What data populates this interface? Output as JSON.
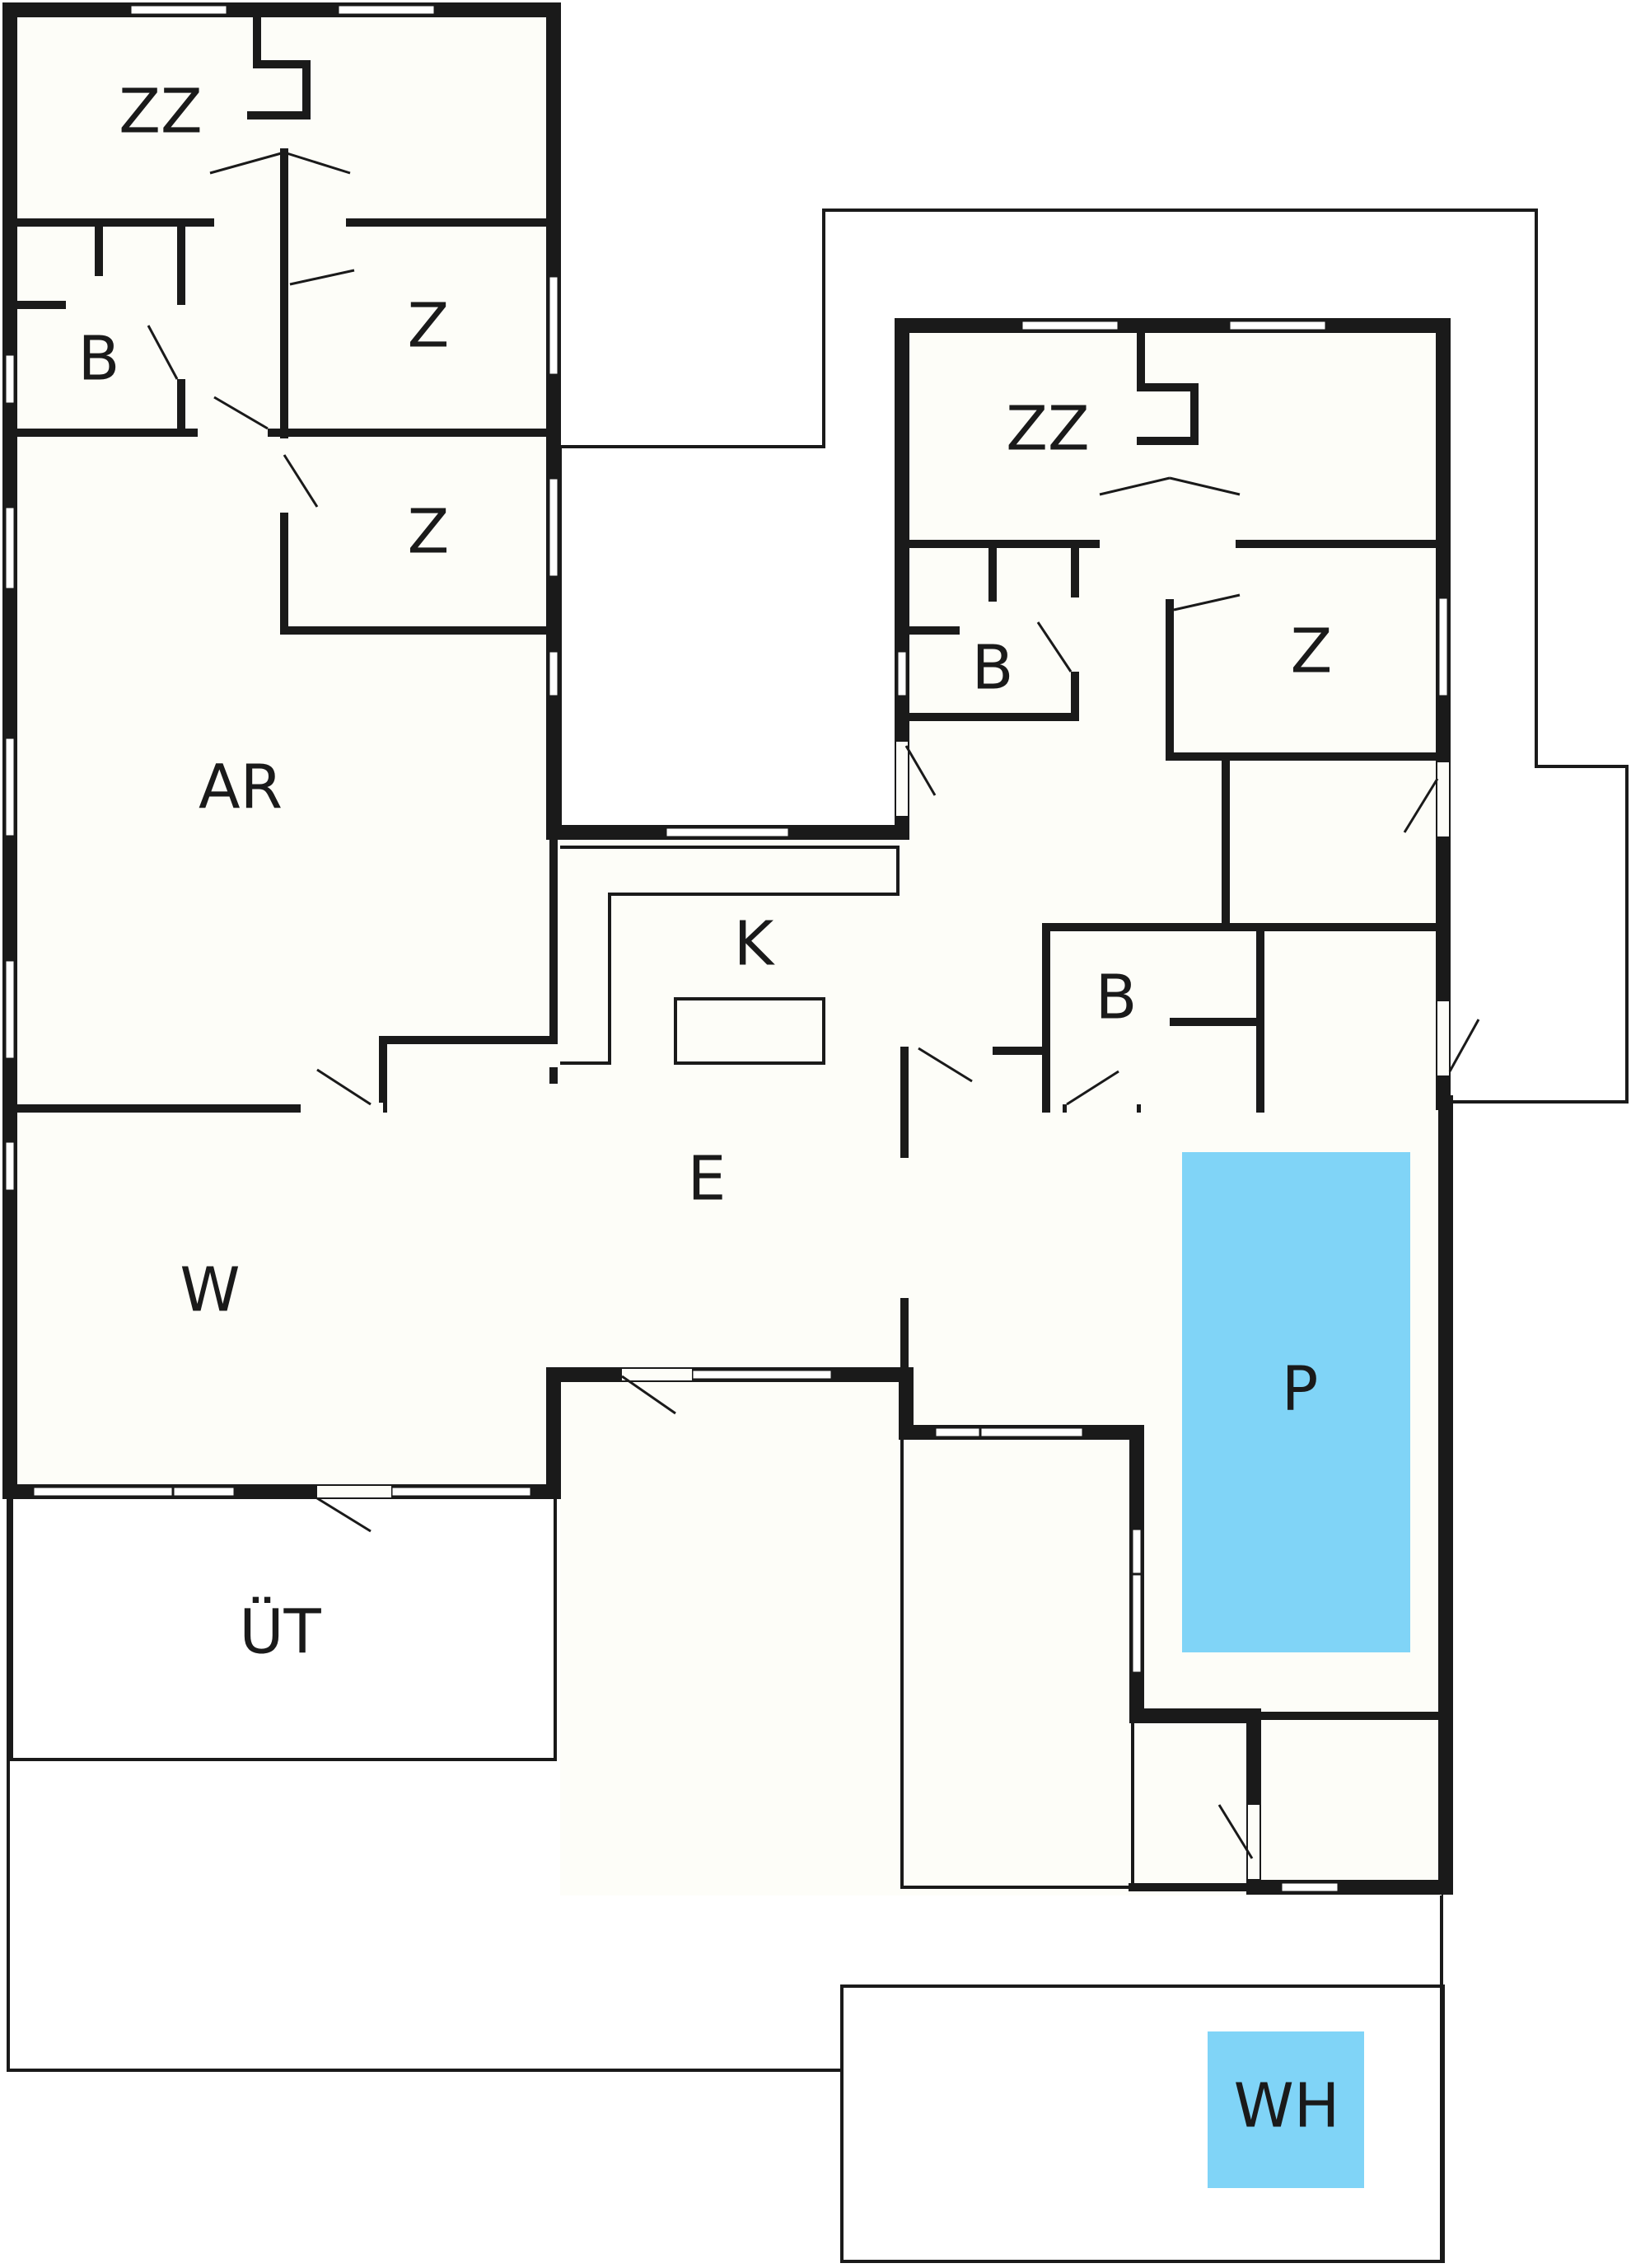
{
  "colors": {
    "wall": "#1a1a1a",
    "floor": "#fdfdf8",
    "water": "#80d4f7"
  },
  "rooms": {
    "zz_1": "ZZ",
    "b_1": "B",
    "z_1": "Z",
    "z_2": "Z",
    "ar": "AR",
    "zz_2": "ZZ",
    "b_2": "B",
    "z_3": "Z",
    "k": "K",
    "b_3": "B",
    "e": "E",
    "w": "W",
    "p": "P",
    "ut": "ÜT",
    "wh": "WH"
  }
}
